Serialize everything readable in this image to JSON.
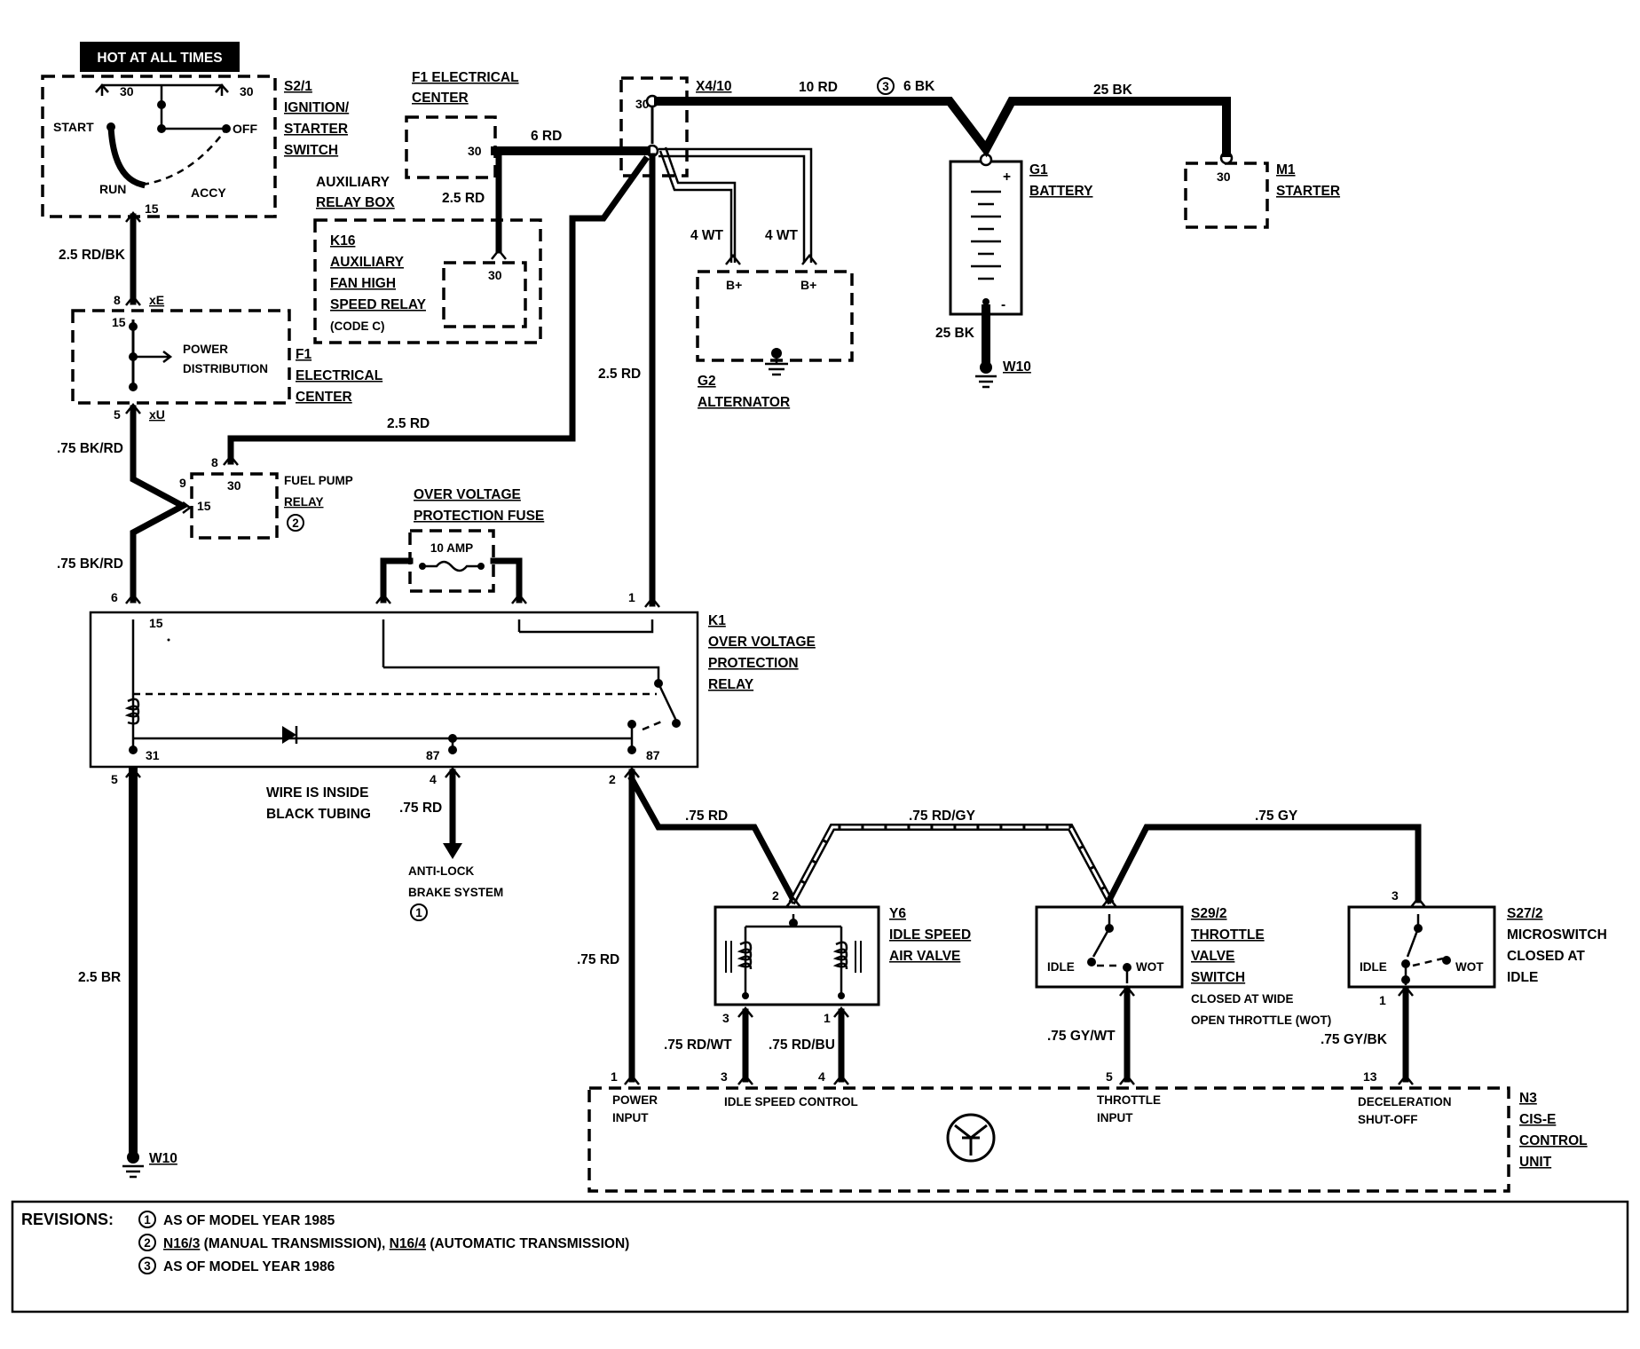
{
  "header_badge": "HOT AT ALL TIMES",
  "components": {
    "s2_1": {
      "id": "S2/1",
      "name_lines": [
        "IGNITION/",
        "STARTER",
        "SWITCH"
      ],
      "terminals": [
        "30",
        "30",
        "START",
        "OFF",
        "RUN",
        "ACCY",
        "15"
      ]
    },
    "f1_top": {
      "id": "F1 ELECTRICAL",
      "name": "CENTER",
      "terminal": "30"
    },
    "aux_relay_box": {
      "lines": [
        "AUXILIARY",
        "RELAY BOX"
      ]
    },
    "k16": {
      "id": "K16",
      "name_lines": [
        "AUXILIARY",
        "FAN HIGH",
        "SPEED RELAY"
      ],
      "note": "(CODE C)",
      "terminal": "30"
    },
    "x4_10": {
      "id": "X4/10",
      "terminal": "30"
    },
    "g1": {
      "id": "G1",
      "name": "BATTERY",
      "plus": "+",
      "minus": "-"
    },
    "m1": {
      "id": "M1",
      "name": "STARTER",
      "terminal": "30"
    },
    "g2": {
      "id": "G2",
      "name": "ALTERNATOR",
      "terminals": [
        "B+",
        "B+"
      ]
    },
    "f1_mid": {
      "id": "F1",
      "name_lines": [
        "ELECTRICAL",
        "CENTER"
      ],
      "text_lines": [
        "POWER",
        "DISTRIBUTION"
      ],
      "terminals": [
        "8",
        "xE",
        "15",
        "5",
        "xU"
      ]
    },
    "fuel_pump_relay": {
      "name_lines": [
        "FUEL PUMP",
        "RELAY"
      ],
      "revision": "2",
      "terminals": [
        "8",
        "30",
        "9",
        "15"
      ]
    },
    "ovp_fuse": {
      "name_lines": [
        "OVER VOLTAGE",
        "PROTECTION FUSE"
      ],
      "rating": "10 AMP"
    },
    "k1": {
      "id": "K1",
      "name_lines": [
        "OVER VOLTAGE",
        "PROTECTION",
        "RELAY"
      ],
      "terminals": [
        "6",
        "15",
        "1",
        "5",
        "31",
        "4",
        "87",
        "2",
        "87"
      ]
    },
    "y6": {
      "id": "Y6",
      "name_lines": [
        "IDLE SPEED",
        "AIR VALVE"
      ],
      "terminals": [
        "2",
        "3",
        "1"
      ]
    },
    "s29_2": {
      "id": "S29/2",
      "name_lines": [
        "THROTTLE",
        "VALVE",
        "SWITCH"
      ],
      "note_lines": [
        "CLOSED AT WIDE",
        "OPEN THROTTLE (WOT)"
      ],
      "idle": "IDLE",
      "wot": "WOT"
    },
    "s27_2": {
      "id": "S27/2",
      "name_lines": [
        "MICROSWITCH",
        "CLOSED AT",
        "IDLE"
      ],
      "idle": "IDLE",
      "wot": "WOT",
      "terminals": [
        "3",
        "1"
      ]
    },
    "n3": {
      "id": "N3",
      "name_lines": [
        "CIS-E",
        "CONTROL",
        "UNIT"
      ],
      "terminals": [
        "1",
        "3",
        "4",
        "5",
        "13"
      ],
      "inputs": [
        "POWER",
        "INPUT",
        "IDLE SPEED CONTROL",
        "THROTTLE",
        "INPUT",
        "DECELERATION",
        "SHUT-OFF"
      ]
    },
    "w10": {
      "label": "W10"
    },
    "abs": {
      "lines": [
        "ANTI-LOCK",
        "BRAKE SYSTEM"
      ],
      "revision": "1"
    }
  },
  "wires": {
    "w_10rd": "10 RD",
    "w_6bk": "6 BK",
    "w_6bk_rev": "3",
    "w_25bk_top": "25 BK",
    "w_25bk_bottom": "25 BK",
    "w_6rd": "6 RD",
    "w_25rd_k16": "2.5 RD",
    "w_4wt_a": "4 WT",
    "w_4wt_b": "4 WT",
    "w_25rdbk": "2.5 RD/BK",
    "w_25rd_main": "2.5 RD",
    "w_25rd_fuel": "2.5 RD",
    "w_75bkrd_a": ".75 BK/RD",
    "w_75bkrd_b": ".75 BK/RD",
    "w_25br": "2.5 BR",
    "w_75rd_abs": ".75 RD",
    "w_75rd_top": ".75 RD",
    "w_75rdgy": ".75 RD/GY",
    "w_75gy": ".75 GY",
    "w_75rd_side": ".75 RD",
    "w_75rdwt": ".75 RD/WT",
    "w_75rdbu": ".75 RD/BU",
    "w_75gywt": ".75 GY/WT",
    "w_75gybk": ".75 GY/BK"
  },
  "notes": {
    "black_tubing": [
      "WIRE IS INSIDE",
      "BLACK TUBING"
    ]
  },
  "revisions": {
    "title": "REVISIONS:",
    "items": [
      {
        "num": "1",
        "text": "AS OF MODEL YEAR 1985"
      },
      {
        "num": "2",
        "parts": [
          "N16/3",
          " (MANUAL TRANSMISSION), ",
          "N16/4",
          " (AUTOMATIC TRANSMISSION)"
        ]
      },
      {
        "num": "3",
        "text": "AS OF MODEL YEAR 1986"
      }
    ]
  }
}
